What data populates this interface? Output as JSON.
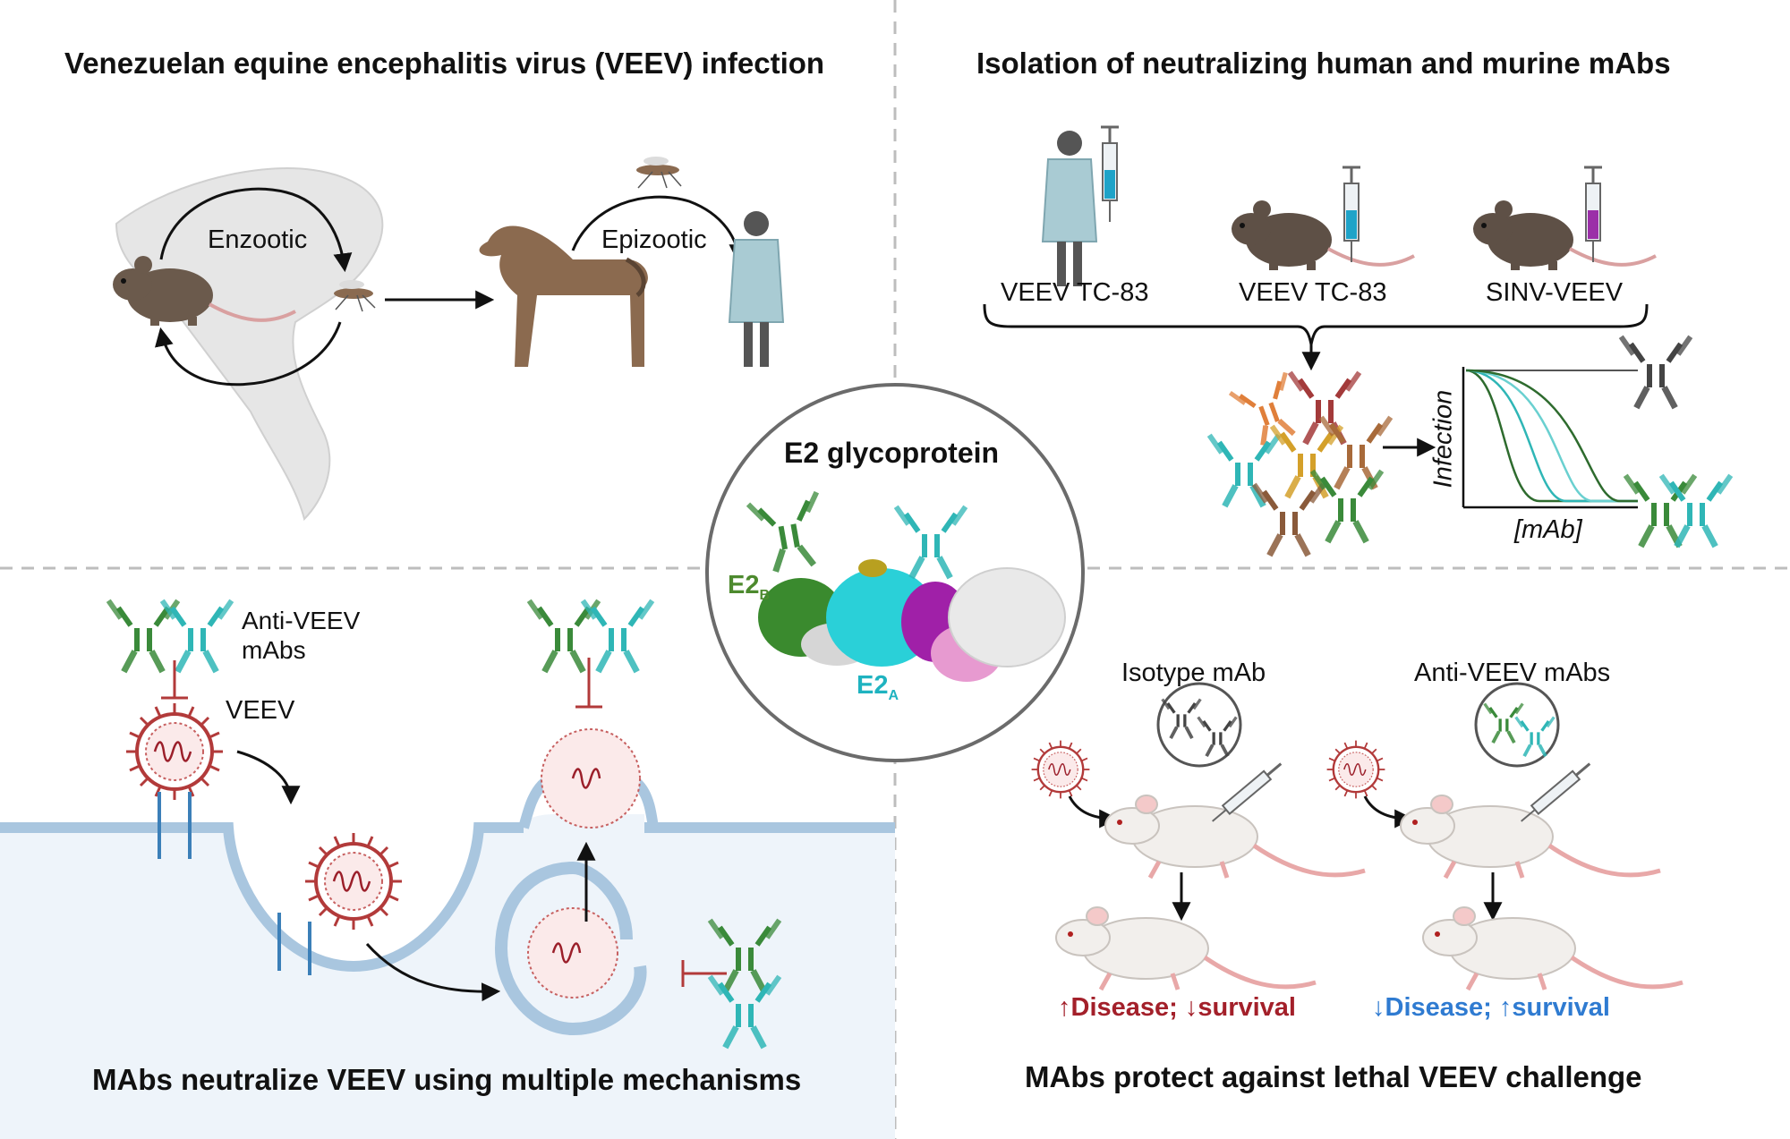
{
  "panels": {
    "top_left_title": "Venezuelan equine encephalitis virus (VEEV) infection",
    "top_right_title": "Isolation of neutralizing human and murine mAbs",
    "bottom_left_title": "MAbs neutralize VEEV using multiple mechanisms",
    "bottom_right_title": "MAbs protect against lethal VEEV challenge"
  },
  "transmission": {
    "enzootic_label": "Enzootic",
    "epizootic_label": "Epizootic"
  },
  "immunization": {
    "groups": [
      "VEEV TC-83",
      "VEEV TC-83",
      "SINV-VEEV"
    ],
    "plot_ylabel": "Infection",
    "plot_xlabel": "[mAb]"
  },
  "center": {
    "title": "E2 glycoprotein",
    "label_b": "E2",
    "label_b_sub": "B",
    "label_a": "E2",
    "label_a_sub": "A"
  },
  "mechanisms": {
    "mabs_label_line1": "Anti-VEEV",
    "mabs_label_line2": "mAbs",
    "virus_label": "VEEV"
  },
  "protection": {
    "isotype_label": "Isotype mAb",
    "anti_label": "Anti-VEEV mAbs",
    "isotype_outcome": "↑Disease;  ↓survival",
    "anti_outcome": "↓Disease; ↑survival"
  },
  "colors": {
    "antibody_green": "#3a8a3a",
    "antibody_teal": "#2fb6b6",
    "virus_red": "#b23a3a",
    "cell_fill": "#eef4fa",
    "membrane_blue": "#a9c6df",
    "outcome_red": "#a3202a",
    "outcome_blue": "#2f7bd1"
  }
}
